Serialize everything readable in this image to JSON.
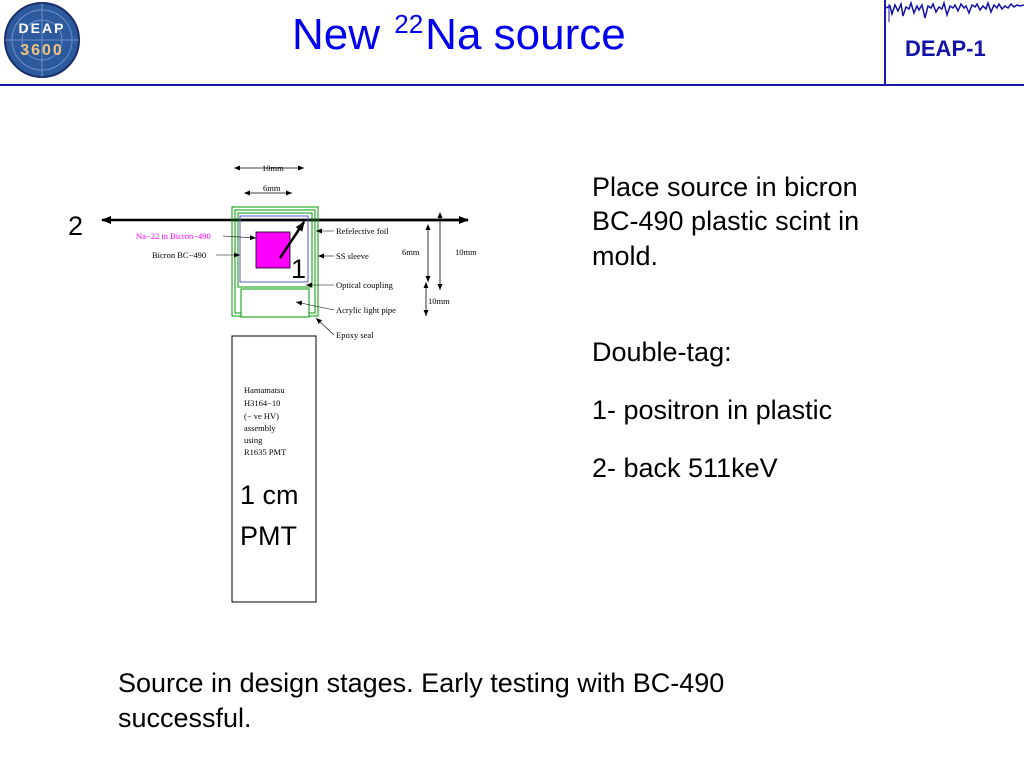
{
  "header": {
    "logo_top": "DEAP",
    "logo_bottom": "3600",
    "title_pre": "New ",
    "title_sup": "22",
    "title_post": "Na source",
    "badge": "DEAP-1"
  },
  "diagram": {
    "dim_10mm_top": "10mm",
    "dim_6mm_top": "6mm",
    "label_na22": "Na−22 in Bicron−490",
    "label_bicron": "Bicron BC−490",
    "label_foil": "Refelective foil",
    "label_sleeve": "SS sleeve",
    "label_coupling": "Optical coupling",
    "label_pipe": "Acrylic light pipe",
    "label_seal": "Epoxy seal",
    "dim_6mm_right": "6mm",
    "dim_10mm_right": "10mm",
    "dim_10mm_pipe": "10mm",
    "pmt_line1": "Hamamatsu",
    "pmt_line2": "H3164−10",
    "pmt_line3": "(− ve HV)",
    "pmt_line4": "assembly",
    "pmt_line5": "using",
    "pmt_line6": "R1635 PMT",
    "marker_2": "2",
    "marker_1": "1",
    "pmt_size_line1": "1 cm",
    "pmt_size_line2": "PMT"
  },
  "right": {
    "p1_line1": "Place source in bicron",
    "p1_line2": "BC-490 plastic scint in",
    "p1_line3": "mold.",
    "p2": "Double-tag:",
    "p3": "1- positron in plastic",
    "p4": "2- back 511keV"
  },
  "bottom": {
    "line1": "Source in design stages. Early testing with BC-490",
    "line2": "successful."
  },
  "colors": {
    "title": "#0000ee",
    "rule": "#1a1aa8",
    "scint": "#ff00ff",
    "green": "#009900",
    "badge": "#1212a8"
  }
}
